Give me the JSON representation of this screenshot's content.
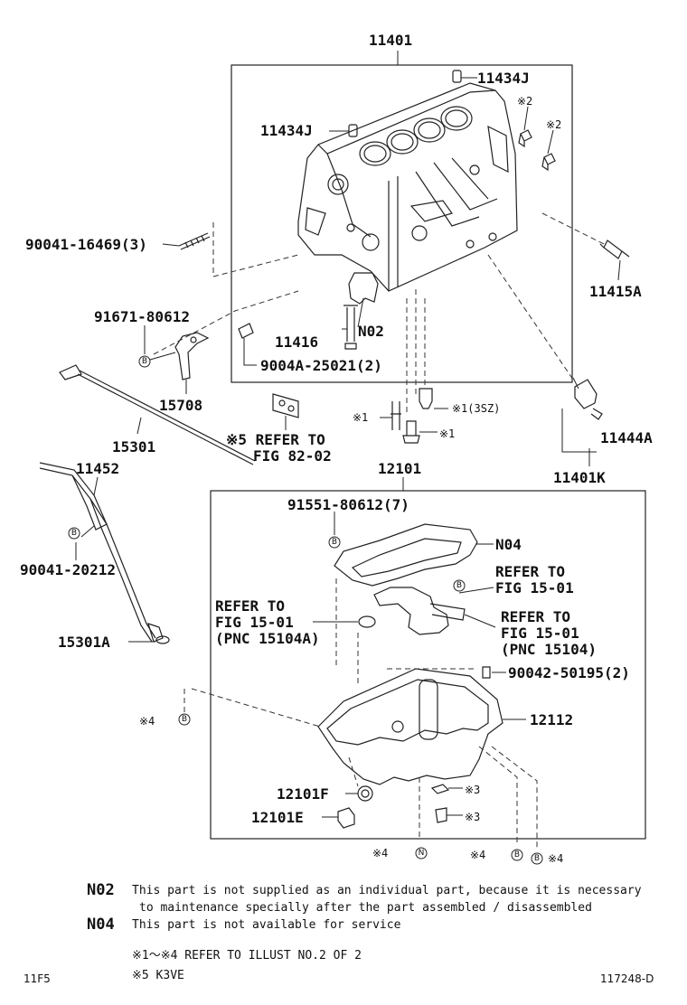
{
  "labels": {
    "p11401": "11401",
    "p11434J_a": "11434J",
    "p11434J_b": "11434J",
    "ref2_a": "※2",
    "ref2_b": "※2",
    "p90041_16469": "90041-16469(3)",
    "p11415A": "11415A",
    "p91671_80612": "91671-80612",
    "p11416": "11416",
    "pN02": "N02",
    "p9004A_25021": "9004A-25021(2)",
    "p15708": "15708",
    "ref1_a": "※1",
    "ref1_3sz": "※1(3SZ)",
    "ref1_b": "※1",
    "ref5_refer": "※5 REFER TO",
    "fig82_02": "FIG 82-02",
    "p15301": "15301",
    "p11444A": "11444A",
    "p11401K": "11401K",
    "p11452": "11452",
    "p12101": "12101",
    "p91551_80612": "91551-80612(7)",
    "p90041_20212": "90041-20212",
    "pN04": "N04",
    "refer_to_a": "REFER TO",
    "fig15_01_a": "FIG 15-01",
    "refer_to_b": "REFER TO",
    "fig15_01_b": "FIG 15-01",
    "pnc15104a": "(PNC 15104A)",
    "refer_to_c": "REFER TO",
    "fig15_01_c": "FIG 15-01",
    "pnc15104": "(PNC 15104)",
    "p15301A": "15301A",
    "p90042_50195": "90042-50195(2)",
    "ref4_a": "※4",
    "p12112": "12112",
    "p12101F": "12101F",
    "ref3_a": "※3",
    "p12101E": "12101E",
    "ref3_b": "※3",
    "ref4_b": "※4",
    "ref4_c": "※4",
    "ref4_d": "※4"
  },
  "marks": {
    "B": "B",
    "N": "N"
  },
  "notes": {
    "n02_code": "N02",
    "n02_line1": "This part is not supplied as an individual part, because it is necessary",
    "n02_line2": "to maintenance specially after the part assembled / disassembled",
    "n04_code": "N04",
    "n04_line1": "This part is not available for service",
    "ref_range": "※1～※4 REFER TO ILLUST NO.2 OF 2",
    "ref5": "※5 K3VE"
  },
  "footer": {
    "left": "11F5",
    "right": "117248-D"
  }
}
